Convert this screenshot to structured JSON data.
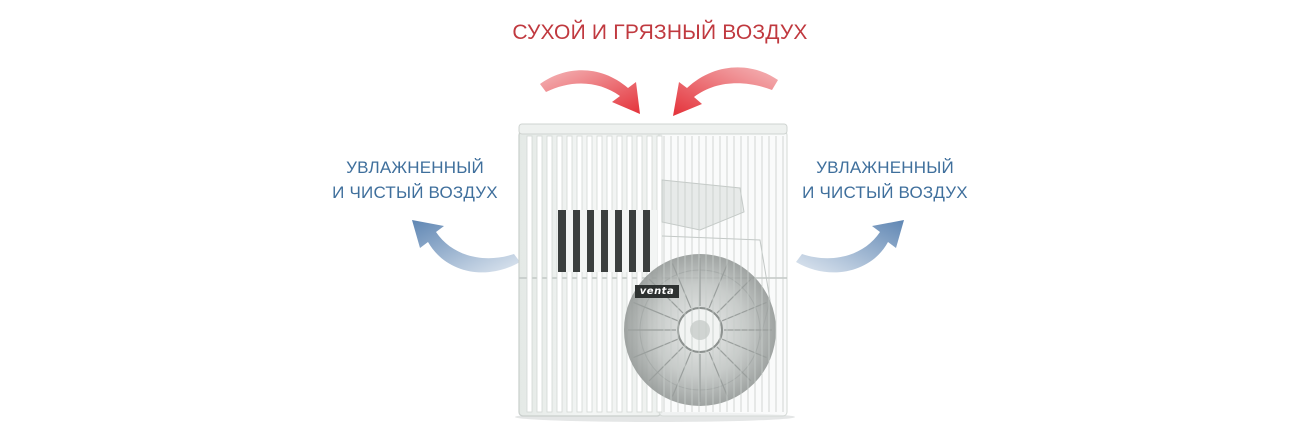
{
  "labels": {
    "top": "СУХОЙ И ГРЯЗНЫЙ ВОЗДУХ",
    "left_line1": "УВЛАЖНЕННЫЙ",
    "left_line2": "И ЧИСТЫЙ ВОЗДУХ",
    "right_line1": "УВЛАЖНЕННЫЙ",
    "right_line2": "И ЧИСТЫЙ ВОЗДУХ"
  },
  "device": {
    "brand": "venta"
  },
  "colors": {
    "dry_air": "#c0393f",
    "clean_air": "#3f6f9c",
    "arrow_red_start": "#f1a6a8",
    "arrow_red_end": "#e4323a",
    "arrow_blue_start": "#c9d7e6",
    "arrow_blue_end": "#5f86b3",
    "device_body": "#eef1ef",
    "device_outline": "#c9cfcc"
  },
  "icons": {
    "inflow_arrows": "arrow-curved-down-icon",
    "outflow_arrows": "arrow-curved-up-icon"
  }
}
